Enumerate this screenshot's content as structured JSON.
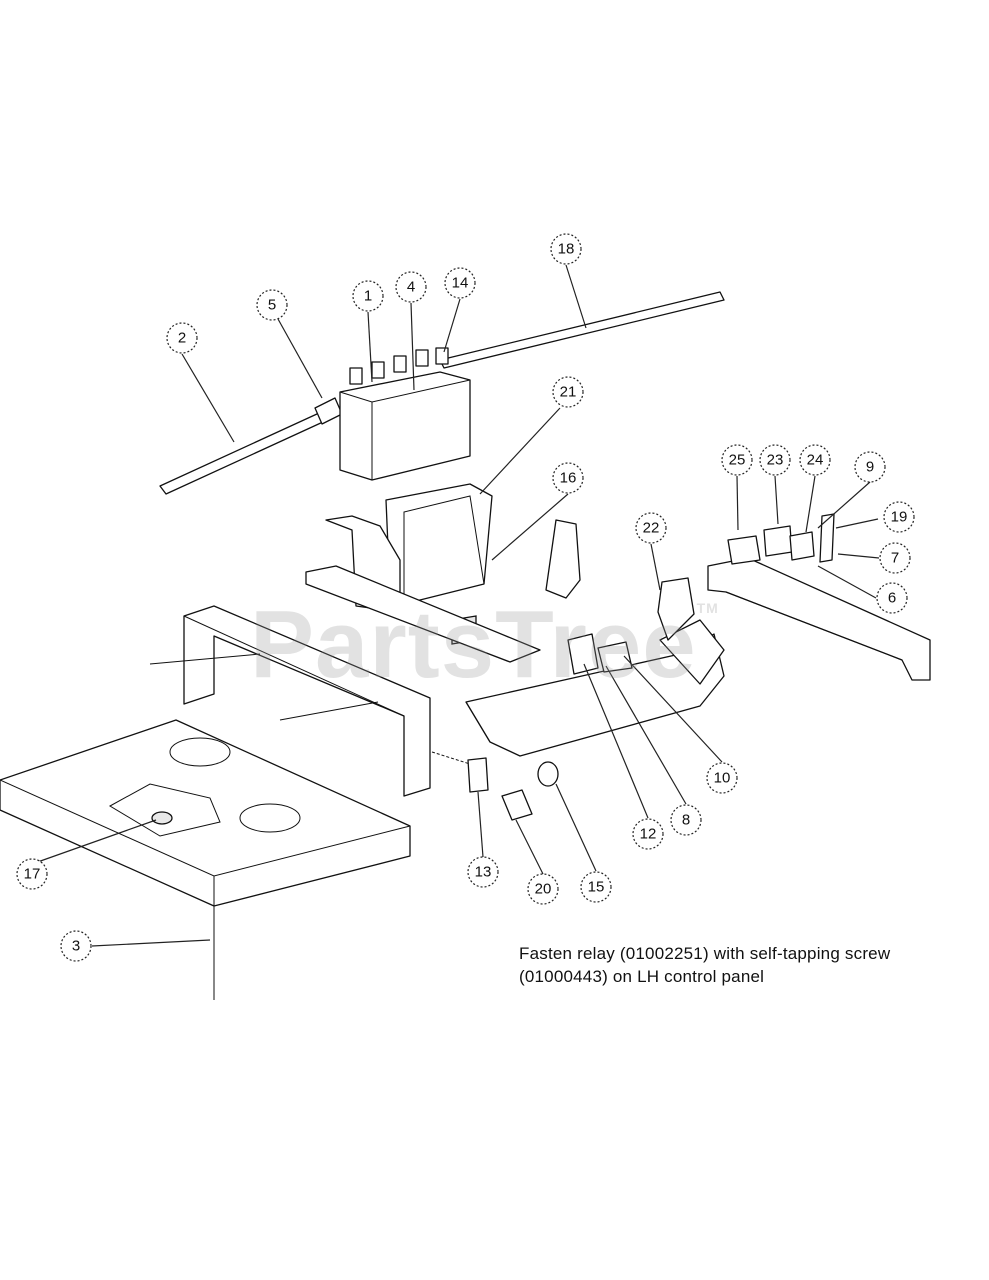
{
  "callouts": [
    "1",
    "2",
    "3",
    "4",
    "5",
    "6",
    "7",
    "8",
    "9",
    "10",
    "12",
    "13",
    "14",
    "15",
    "16",
    "17",
    "18",
    "19",
    "20",
    "21",
    "22",
    "23",
    "24",
    "25"
  ],
  "note": {
    "line1": "Fasten relay (01002251) with self-tapping screw",
    "line2": "(01000443) on LH control panel"
  },
  "watermark": {
    "text": "PartsTree",
    "tm": "TM"
  }
}
